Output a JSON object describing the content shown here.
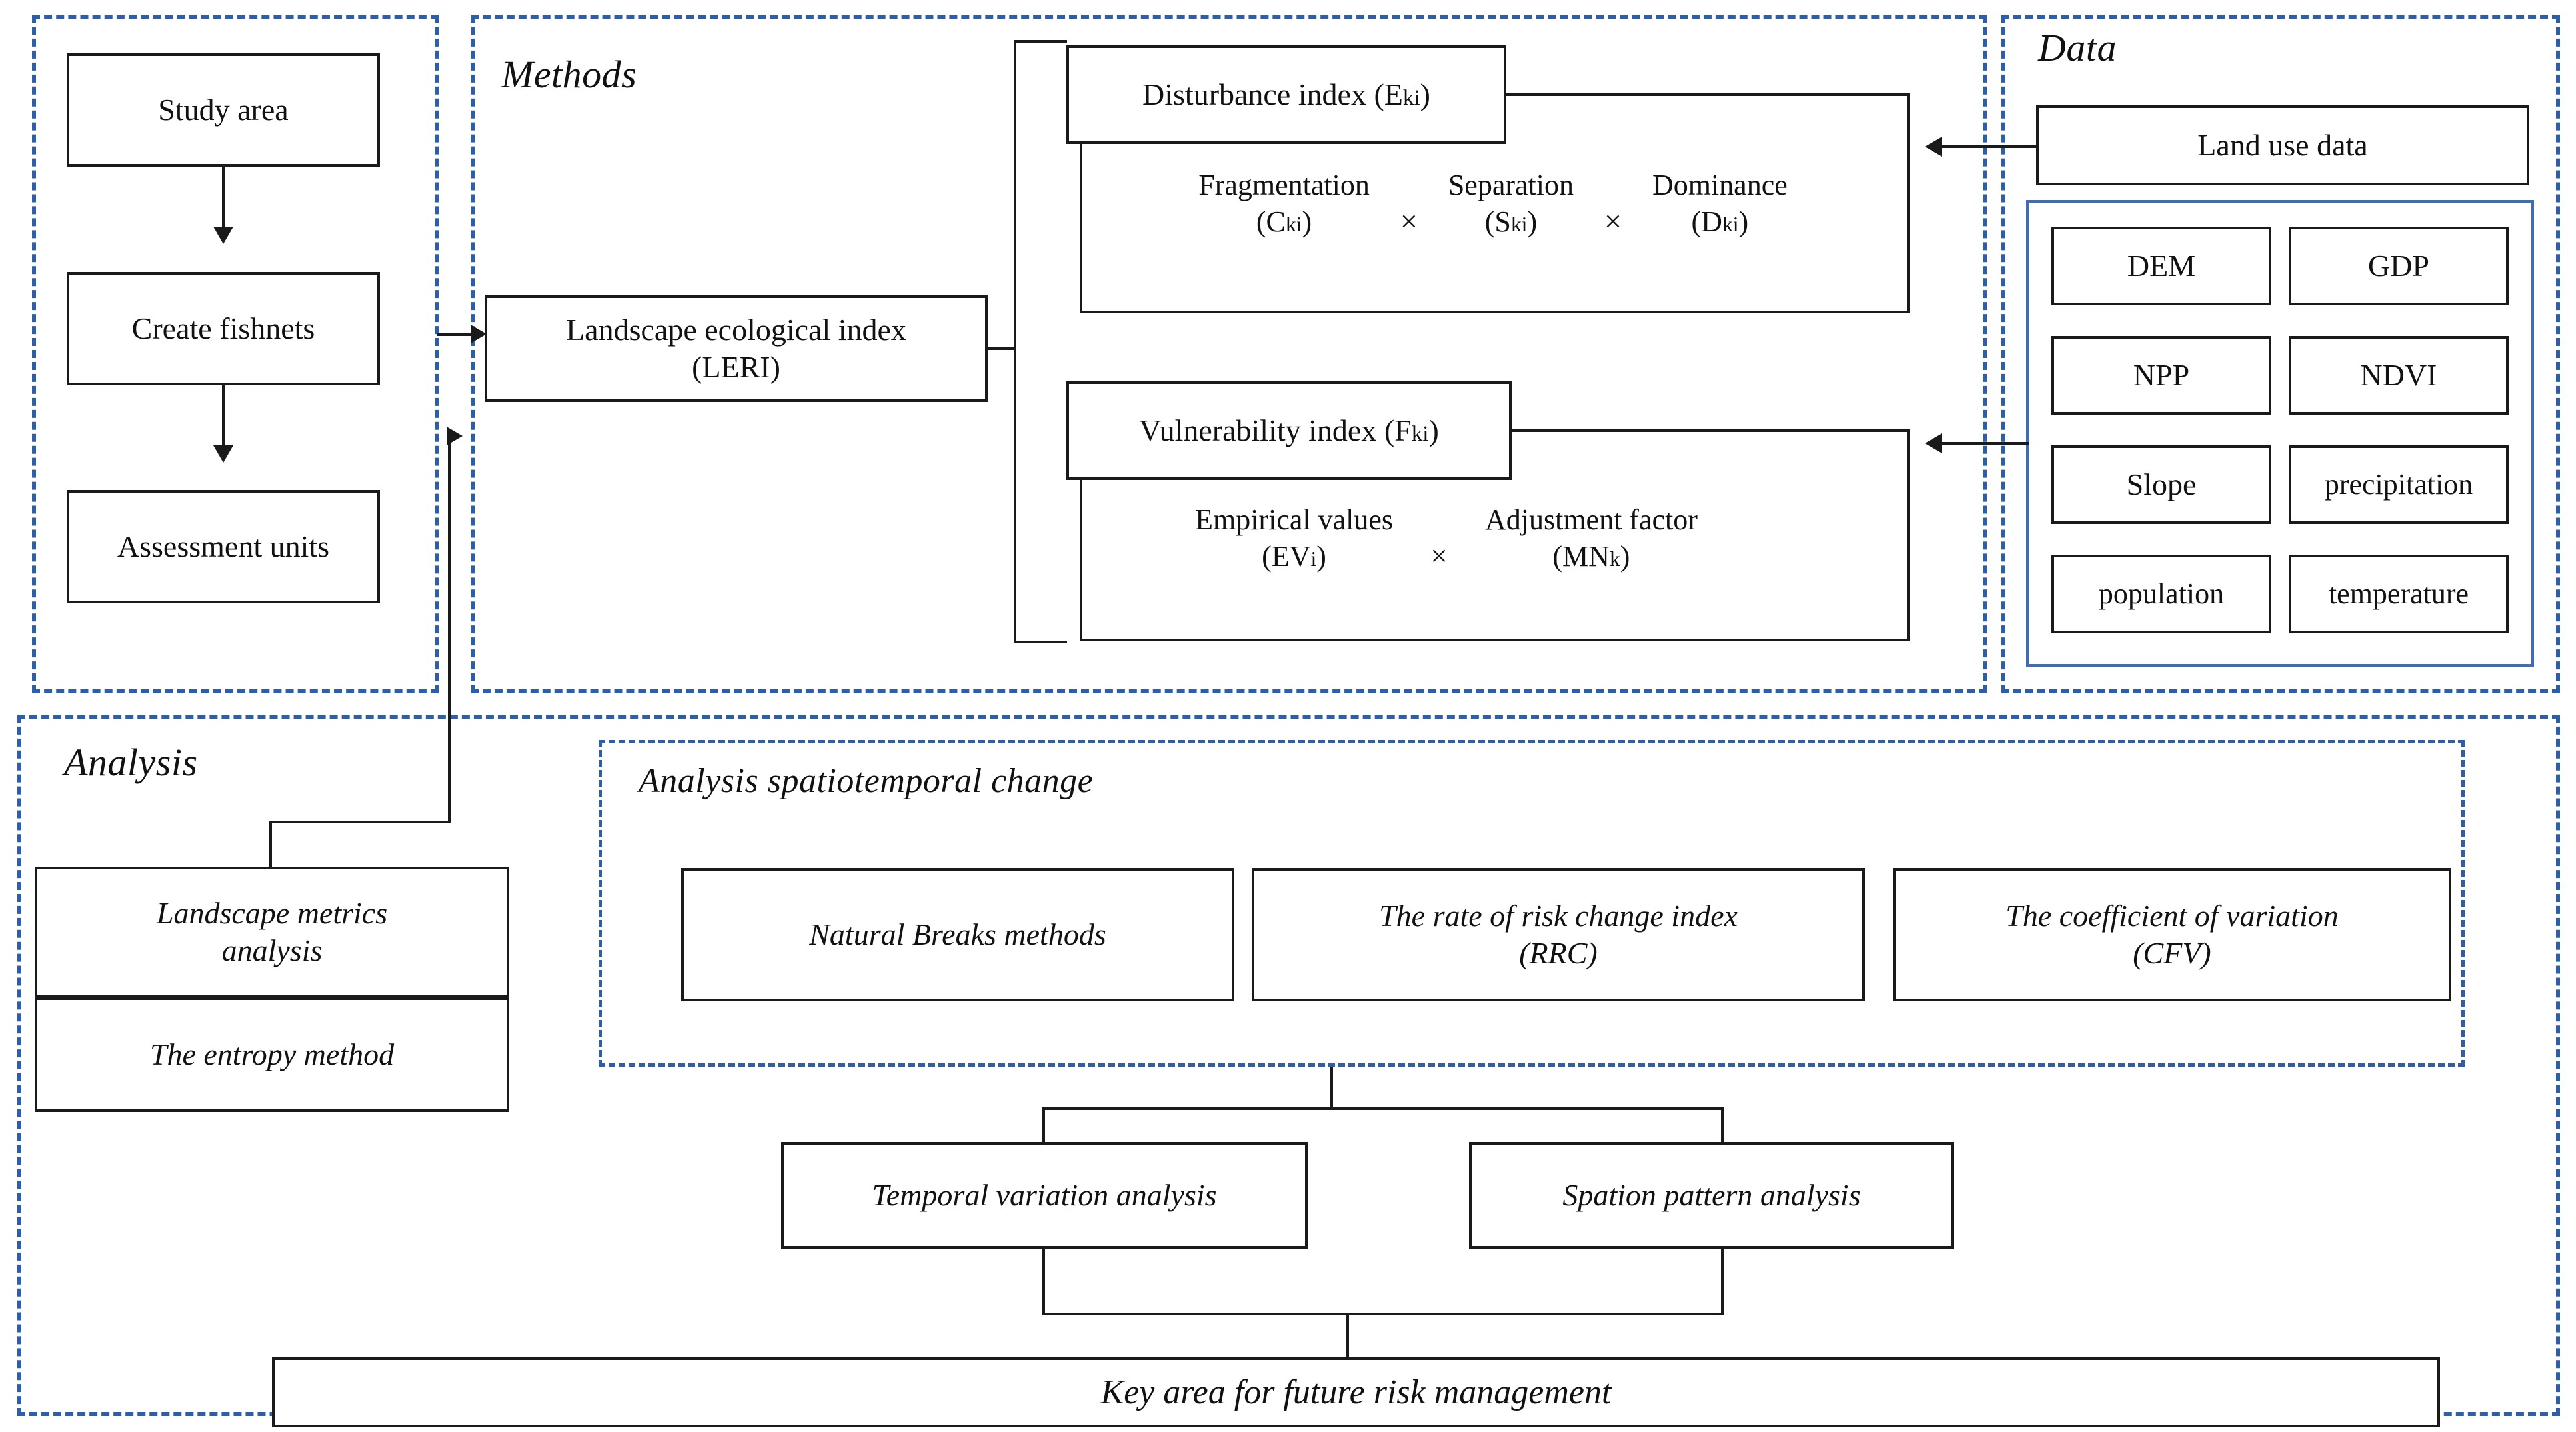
{
  "figure": {
    "type": "research-framework-flowchart"
  },
  "panels": {
    "preparation": {
      "title": ""
    },
    "methods": {
      "title": "Methods"
    },
    "data": {
      "title": "Data"
    },
    "analysis": {
      "title": "Analysis"
    },
    "spatiotemporal": {
      "title": "Analysis spatiotemporal change"
    }
  },
  "preparation": {
    "steps": [
      {
        "label": "Study area"
      },
      {
        "label": "Create fishnets"
      },
      {
        "label": "Assessment units"
      }
    ]
  },
  "methods": {
    "leri": {
      "line1": "Landscape ecological index",
      "line2": "(LERI)"
    },
    "disturbance": {
      "title": "Disturbance index (E",
      "title_sub": "ki",
      "title_end": ")",
      "terms": [
        {
          "name": "Fragmentation",
          "symbol_open": "(C",
          "symbol_sub": "ki",
          "symbol_close": ")"
        },
        {
          "name": "Separation",
          "symbol_open": "(S",
          "symbol_sub": "ki",
          "symbol_close": ")"
        },
        {
          "name": "Dominance",
          "symbol_open": "(D",
          "symbol_sub": "ki",
          "symbol_close": ")"
        }
      ],
      "operator": "×"
    },
    "vulnerability": {
      "title": "Vulnerability index (F",
      "title_sub": "ki",
      "title_end": ")",
      "terms": [
        {
          "name": "Empirical values",
          "symbol_open": "(EV",
          "symbol_sub": "i",
          "symbol_close": ")"
        },
        {
          "name": "Adjustment factor",
          "symbol_open": "(MN",
          "symbol_sub": "k",
          "symbol_close": ")"
        }
      ],
      "operator": "×"
    }
  },
  "data": {
    "land_use": {
      "label": "Land use data"
    },
    "grid": [
      {
        "label": "DEM"
      },
      {
        "label": "GDP"
      },
      {
        "label": "NPP"
      },
      {
        "label": "NDVI"
      },
      {
        "label": "Slope"
      },
      {
        "label": "precipitation"
      },
      {
        "label": "population"
      },
      {
        "label": "temperature"
      }
    ]
  },
  "analysis": {
    "left_stack": [
      {
        "line1": "Landscape metrics",
        "line2": "analysis"
      },
      {
        "line1": "The entropy method",
        "line2": ""
      }
    ],
    "spatiotemporal_methods": [
      {
        "line1": "Natural Breaks methods",
        "line2": ""
      },
      {
        "line1": "The rate of risk change index",
        "line2": "(RRC)"
      },
      {
        "line1": "The coefficient of variation",
        "line2": "(CFV)"
      }
    ],
    "outputs": [
      {
        "label": "Temporal variation analysis"
      },
      {
        "label": "Spation pattern analysis"
      }
    ],
    "conclusion": {
      "label": "Key area for future risk management"
    }
  },
  "colors": {
    "panel_border": "#2F5EA8",
    "blue_container_border": "#3E6CB5",
    "box_border": "#1a1a1a",
    "text": "#111111",
    "background": "#ffffff"
  }
}
